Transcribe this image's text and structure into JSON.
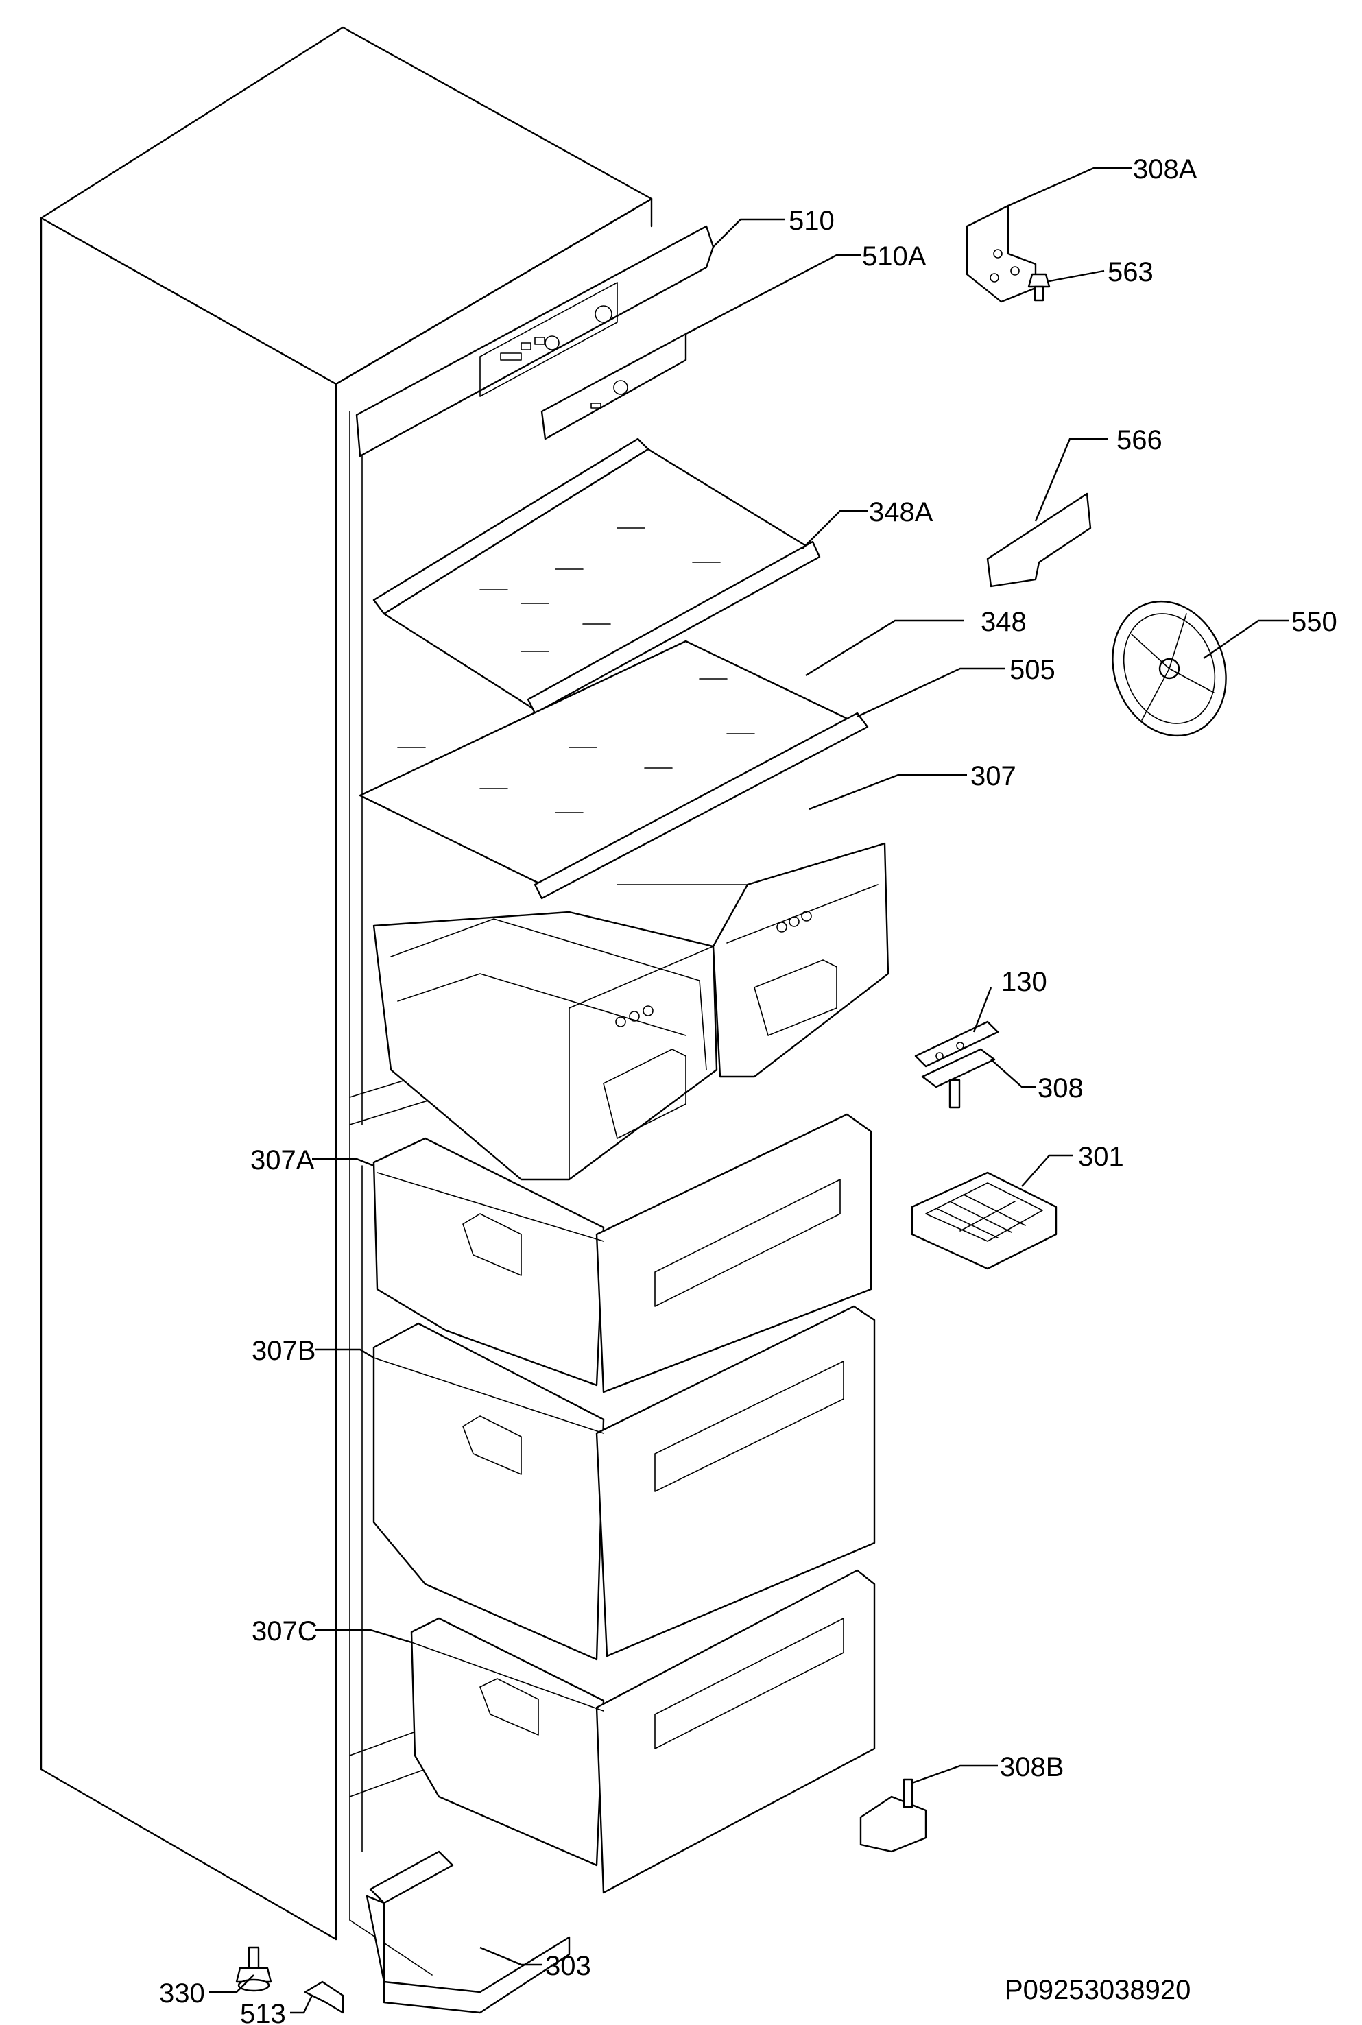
{
  "labels": {
    "p308A": "308A",
    "p510": "510",
    "p510A": "510A",
    "p563": "563",
    "p566": "566",
    "p348A": "348A",
    "p348": "348",
    "p550": "550",
    "p505": "505",
    "p307": "307",
    "p130": "130",
    "p308": "308",
    "p301": "301",
    "p307A": "307A",
    "p307B": "307B",
    "p307C": "307C",
    "p308B": "308B",
    "p330": "330",
    "p513": "513",
    "p303": "303"
  },
  "document_number": "P09253038920"
}
